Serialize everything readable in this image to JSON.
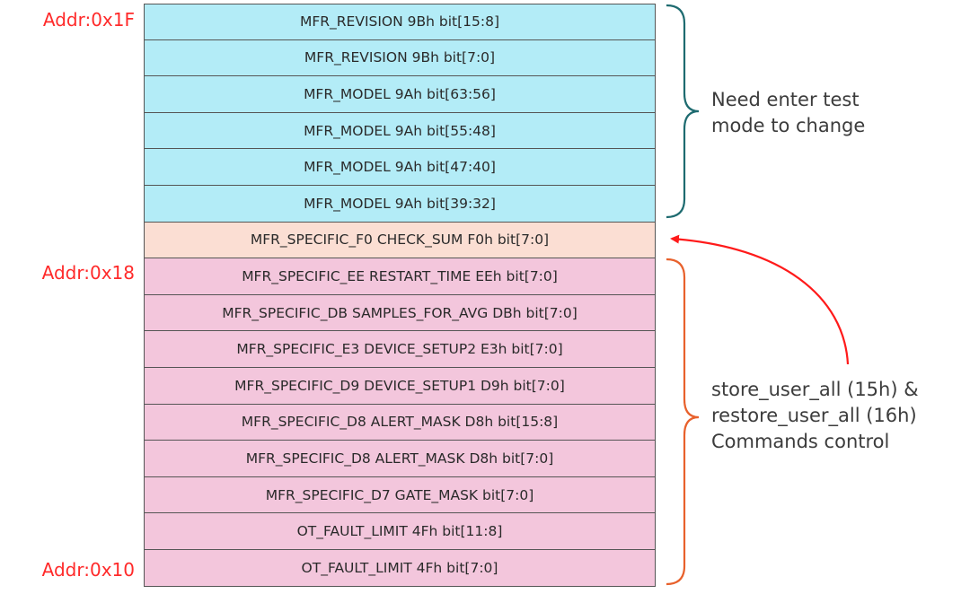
{
  "addresses": {
    "top": "Addr:0x1F",
    "middle": "Addr:0x18",
    "bottom": "Addr:0x10"
  },
  "registers": [
    {
      "label": "MFR_REVISION 9Bh bit[15:8]",
      "group": "test"
    },
    {
      "label": "MFR_REVISION 9Bh bit[7:0]",
      "group": "test"
    },
    {
      "label": "MFR_MODEL 9Ah bit[63:56]",
      "group": "test"
    },
    {
      "label": "MFR_MODEL 9Ah bit[55:48]",
      "group": "test"
    },
    {
      "label": "MFR_MODEL 9Ah bit[47:40]",
      "group": "test"
    },
    {
      "label": "MFR_MODEL 9Ah bit[39:32]",
      "group": "test"
    },
    {
      "label": "MFR_SPECIFIC_F0 CHECK_SUM F0h bit[7:0]",
      "group": "checksum"
    },
    {
      "label": "MFR_SPECIFIC_EE RESTART_TIME EEh bit[7:0]",
      "group": "user"
    },
    {
      "label": "MFR_SPECIFIC_DB SAMPLES_FOR_AVG DBh bit[7:0]",
      "group": "user"
    },
    {
      "label": "MFR_SPECIFIC_E3 DEVICE_SETUP2 E3h bit[7:0]",
      "group": "user"
    },
    {
      "label": "MFR_SPECIFIC_D9 DEVICE_SETUP1 D9h bit[7:0]",
      "group": "user"
    },
    {
      "label": "MFR_SPECIFIC_D8 ALERT_MASK D8h bit[15:8]",
      "group": "user"
    },
    {
      "label": "MFR_SPECIFIC_D8 ALERT_MASK D8h bit[7:0]",
      "group": "user"
    },
    {
      "label": "MFR_SPECIFIC_D7 GATE_MASK bit[7:0]",
      "group": "user"
    },
    {
      "label": "OT_FAULT_LIMIT 4Fh bit[11:8]",
      "group": "user"
    },
    {
      "label": "OT_FAULT_LIMIT 4Fh bit[7:0]",
      "group": "user"
    }
  ],
  "annotations": {
    "test_mode": [
      "Need enter test",
      "mode to change"
    ],
    "user_commands": [
      "store_user_all (15h) &",
      "restore_user_all (16h)",
      "Commands control"
    ]
  },
  "colors": {
    "test_fill": "#b3ecf7",
    "checksum_fill": "#fbded3",
    "user_fill": "#f3c6dc",
    "address_text": "#ff2a2a",
    "test_brace": "#1e6b70",
    "user_brace": "#e8612c",
    "arrow": "#ff1a1a"
  }
}
